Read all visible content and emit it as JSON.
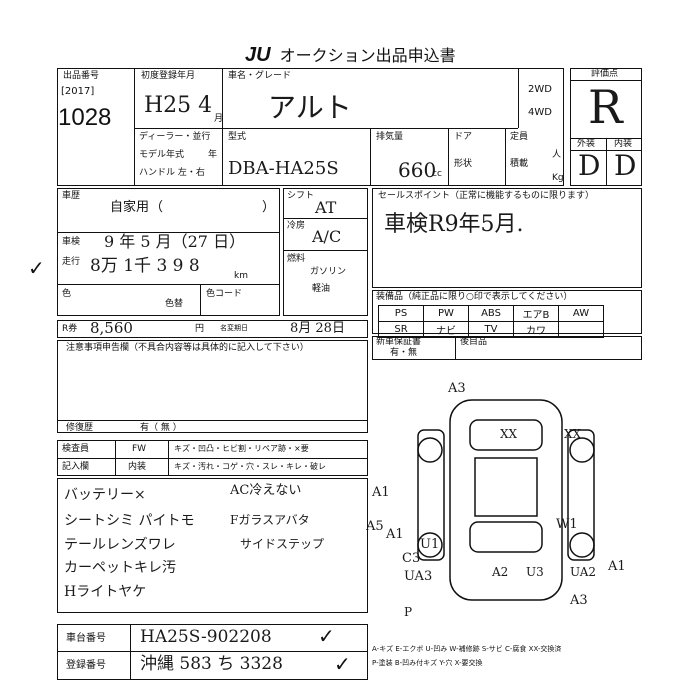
{
  "header": {
    "logo": "JU",
    "title": "オークション出品申込書"
  },
  "lot": {
    "label": "出品番号",
    "year": "[2017]",
    "number": "1028"
  },
  "first_reg": {
    "label": "初度登録年月",
    "value": "H25 4",
    "month_suffix": "月"
  },
  "car_name": {
    "label": "車名・グレード",
    "value": "アルト"
  },
  "drive": {
    "two": "2WD",
    "four": "4WD"
  },
  "score": {
    "label": "評価点",
    "value": "R",
    "ext_label": "外装",
    "int_label": "内装",
    "ext_value": "D",
    "int_value": "D"
  },
  "model_row": {
    "dealer": "ディーラー・並行",
    "model_year": "モデル年式",
    "year_unit": "年",
    "handle": "ハンドル 左・右",
    "type_label": "型式",
    "type_value": "DBA-HA25S",
    "disp_label": "排気量",
    "disp_value": "660",
    "disp_unit": "cc",
    "door_label": "ドア",
    "cap_label": "定員",
    "cap_unit": "人",
    "shape_label": "形状",
    "load_label": "積載",
    "load_unit": "Kg"
  },
  "history": {
    "label": "車歴",
    "value": "自家用",
    "paren_open": "（",
    "paren_close": "）"
  },
  "inspection": {
    "label": "車検",
    "value": "9 年 5 月（27 日）"
  },
  "mileage": {
    "label": "走行",
    "value": "8万 1千 3 9 8",
    "unit": "km"
  },
  "color": {
    "label": "色",
    "sub_label": "色替",
    "code_label": "色コード"
  },
  "shift": {
    "label": "シフト",
    "value": "AT"
  },
  "ac": {
    "label": "冷房",
    "value": "A/C"
  },
  "fuel": {
    "label": "燃料",
    "gas": "ガソリン",
    "diesel": "軽油"
  },
  "selling": {
    "label": "セールスポイント（正常に機能するものに限ります）",
    "value": "車検R9年5月."
  },
  "recycle": {
    "label": "R券",
    "value": "8,560",
    "unit": "円",
    "name_label": "名変期日",
    "date": "8月 28日"
  },
  "equipment": {
    "label": "装備品（純正品に限り○印で表示してください）",
    "row1": [
      "PS",
      "PW",
      "ABS",
      "エアB",
      "AW"
    ],
    "row2": [
      "SR",
      "ナビ",
      "TV",
      "カワ",
      ""
    ]
  },
  "notes": {
    "label": "注意事項申告欄（不具合内容等は具体的に記入して下さい）",
    "new_car_label": "新車保証書",
    "new_car_value": "有・無",
    "other_label": "後目品"
  },
  "repair": {
    "label": "修復歴",
    "value": "有（ 無 ）"
  },
  "inspector": {
    "label1": "検査員",
    "label2": "記入欄",
    "fw": "FW",
    "interior": "内装",
    "row1": "キズ・凹凸・ヒビ割・リペア跡・×要",
    "row2": "キズ・汚れ・コゲ・穴・スレ・キレ・破レ"
  },
  "handwritten_notes": [
    "バッテリー×",
    "シートシミ パイトモ",
    "テールレンズワレ",
    "カーペットキレ汚",
    "Hライトヤケ"
  ],
  "handwritten_notes_right": [
    "AC冷えない",
    "Fガラスアバタ",
    "サイドステップ"
  ],
  "diagram_marks": [
    "A3",
    "XX",
    "XX",
    "A1",
    "A5",
    "A1",
    "W1",
    "C3",
    "U1",
    "UA3",
    "A2",
    "U3",
    "UA2",
    "A1",
    "A3",
    "P"
  ],
  "chassis": {
    "label": "車台番号",
    "value": "HA25S-902208"
  },
  "plate": {
    "label": "登録番号",
    "value": "沖縄 583 ち 3328"
  },
  "legend": {
    "row1": "A-キズ  E-エクボ  U-凹み  W-補修跡  S-サビ  C-腐食  XX-交換済",
    "row2": "P-塗装  B-凹み付キズ  Y-穴  X-要交換"
  }
}
